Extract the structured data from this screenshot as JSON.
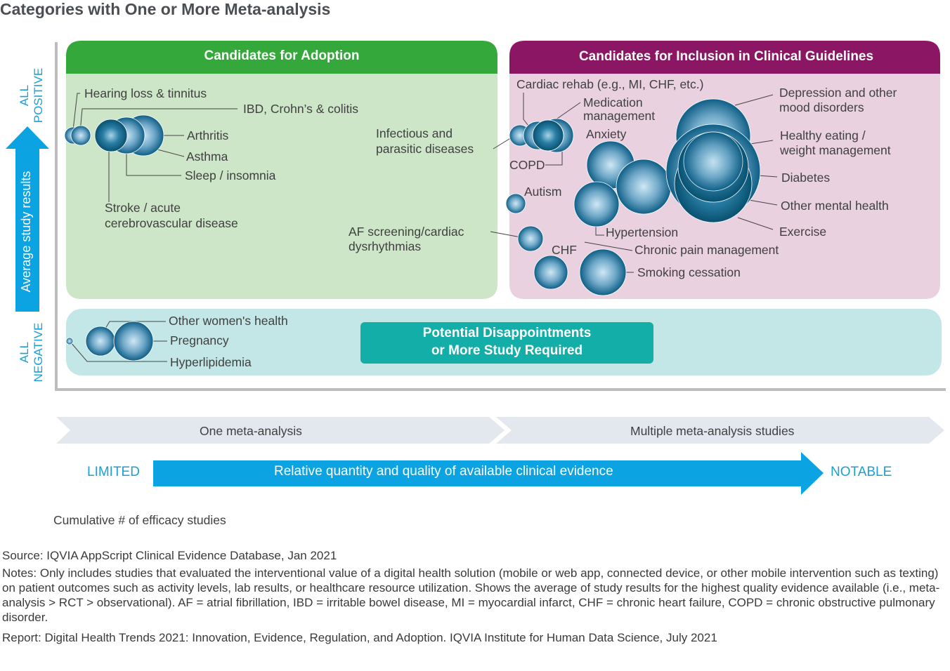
{
  "title": "Categories with One or More Meta-analysis",
  "colors": {
    "adoption_header": "#34a83b",
    "adoption_fill": "#cde6c8",
    "guidelines_header": "#8b1664",
    "guidelines_fill": "#ead1e0",
    "disappointment_fill": "#c3e7e6",
    "disappointment_badge": "#12aea7",
    "arrow_blue": "#0ba3e2",
    "bubble_dark": "#0e5e86",
    "bubble_light": "#cfe8f5"
  },
  "y_axis": {
    "top": "ALL\nPOSITIVE",
    "bottom": "ALL\nNEGATIVE",
    "label": "Average study results"
  },
  "quadrants": {
    "adoption": "Candidates for Adoption",
    "guidelines": "Candidates for Inclusion in Clinical Guidelines",
    "disappointment": "Potential Disappointments\nor More Study Required"
  },
  "x_axis": {
    "left_band": "One meta-analysis",
    "right_band": "Multiple meta-analysis studies",
    "low": "LIMITED",
    "high": "NOTABLE",
    "label": "Relative quantity and quality of available clinical evidence"
  },
  "legend": "Cumulative # of efficacy studies",
  "chart_data": {
    "type": "scatter",
    "encoding": "bubble",
    "x_axis": "Relative quantity and quality of available clinical evidence",
    "y_axis": "Average study results",
    "size": "Cumulative # of efficacy studies",
    "groups": [
      {
        "name": "Candidates for Adoption",
        "points": [
          "Hearing loss & tinnitus",
          "IBD, Crohn’s & colitis",
          "Arthritis",
          "Asthma",
          "Sleep / insomnia",
          "Stroke / acute cerebrovascular disease",
          "Infectious and parasitic diseases",
          "AF screening/cardiac dysrhythmias"
        ]
      },
      {
        "name": "Candidates for Inclusion in Clinical Guidelines",
        "points": [
          "Cardiac rehab (e.g., MI, CHF, etc.)",
          "Medication management",
          "COPD",
          "Anxiety",
          "Autism",
          "Hypertension",
          "Chronic pain management",
          "CHF",
          "Smoking cessation",
          "Depression and other mood disorders",
          "Healthy eating / weight management",
          "Diabetes",
          "Other mental health",
          "Exercise"
        ]
      },
      {
        "name": "Potential Disappointments or More Study Required",
        "points": [
          "Other women's health",
          "Pregnancy",
          "Hyperlipidemia"
        ]
      }
    ]
  },
  "labels": {
    "hearing": "Hearing loss & tinnitus",
    "ibd": "IBD, Crohn’s & colitis",
    "arthritis": "Arthritis",
    "asthma": "Asthma",
    "sleep": "Sleep / insomnia",
    "stroke1": "Stroke / acute",
    "stroke2": "cerebrovascular disease",
    "infect1": "Infectious and",
    "infect2": "parasitic diseases",
    "af1": "AF screening/cardiac",
    "af2": "dysrhythmias",
    "cardiac": "Cardiac rehab (e.g., MI, CHF, etc.)",
    "med1": "Medication",
    "med2": "management",
    "copd": "COPD",
    "anxiety": "Anxiety",
    "autism": "Autism",
    "hypertension": "Hypertension",
    "chronic": "Chronic pain management",
    "chf": "CHF",
    "smoking": "Smoking cessation",
    "dep1": "Depression and other",
    "dep2": "mood disorders",
    "eat1": "Healthy eating /",
    "eat2": "weight management",
    "diabetes": "Diabetes",
    "othermental": "Other mental health",
    "exercise": "Exercise",
    "womens": "Other women's health",
    "pregnancy": "Pregnancy",
    "hyperlipidemia": "Hyperlipidemia"
  },
  "notes": {
    "source": "Source: IQVIA AppScript Clinical Evidence Database, Jan 2021",
    "notes": "Notes: Only includes studies that evaluated the interventional value of a digital health solution (mobile or web app, connected device, or other mobile intervention such as texting) on patient outcomes such as activity levels, lab results, or healthcare resource utilization. Shows the average of study results for the highest quality evidence available (i.e., meta-analysis > RCT > observational). AF = atrial fibrillation, IBD = irritable bowel disease, MI = myocardial infarct, CHF = chronic heart failure, COPD = chronic obstructive pulmonary disorder.",
    "report": "Report: Digital Health Trends 2021: Innovation, Evidence, Regulation, and Adoption. IQVIA Institute for Human Data Science, July 2021"
  }
}
